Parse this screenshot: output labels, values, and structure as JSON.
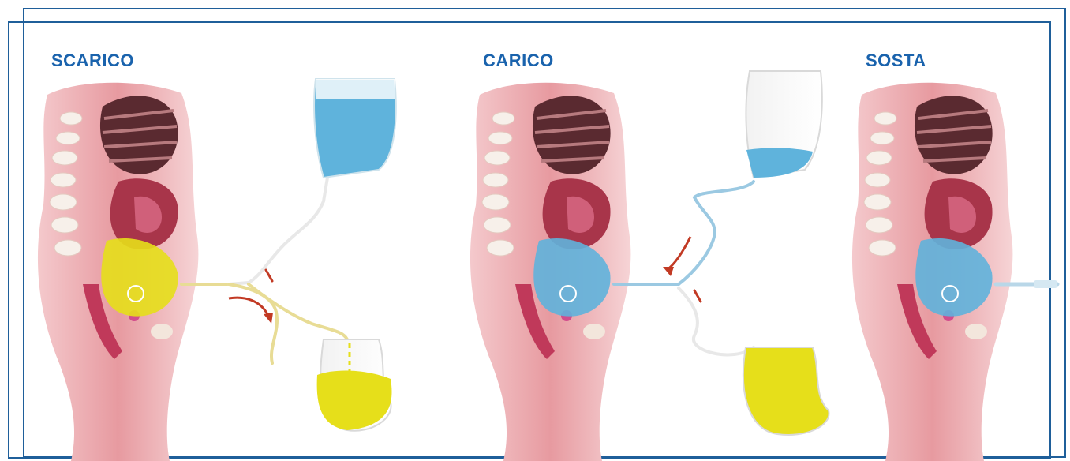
{
  "panels": [
    {
      "title": "SCARICO"
    },
    {
      "title": "CARICO"
    },
    {
      "title": "SOSTA"
    }
  ],
  "colors": {
    "frame": "#1f5f9a",
    "title": "#1a63ad",
    "dialysate_fresh": "#5fb3dc",
    "dialysate_drained": "#e6df1a",
    "skin": "#e9a9ad",
    "arrow": "#c23a24"
  }
}
